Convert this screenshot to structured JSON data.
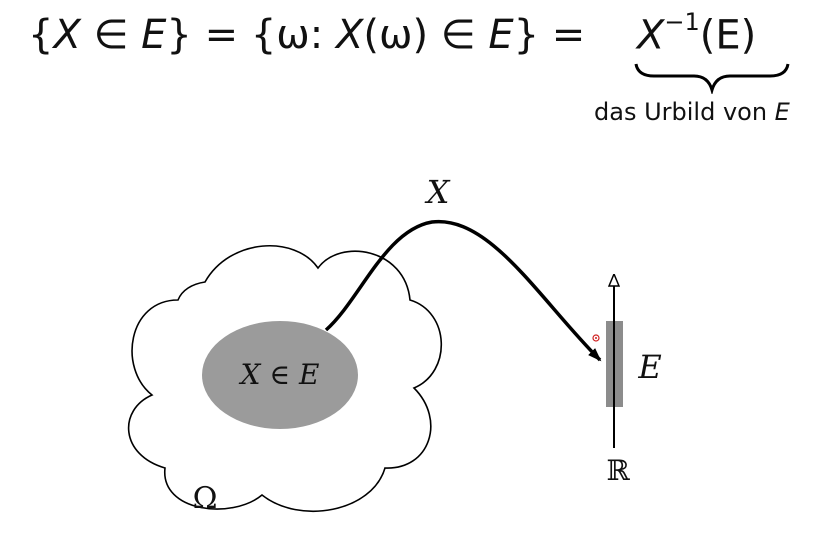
{
  "formula": {
    "lhs": "{X ∈ E} = {ω: X(ω) ∈ E} =",
    "preimage_base": "X",
    "preimage_sup": "−1",
    "preimage_arg": "(E)",
    "caption_text": "das Urbild von ",
    "caption_var": "E"
  },
  "diagram": {
    "map_label": "X",
    "event_label": "X ∈ E",
    "sample_space_label": "Ω",
    "interval_label": "E",
    "real_line_label": "ℝ"
  },
  "colors": {
    "ellipse_fill": "#9b9b9b",
    "interval_fill": "#8c8c8c",
    "stroke": "#000000",
    "marker": "#d02020"
  }
}
